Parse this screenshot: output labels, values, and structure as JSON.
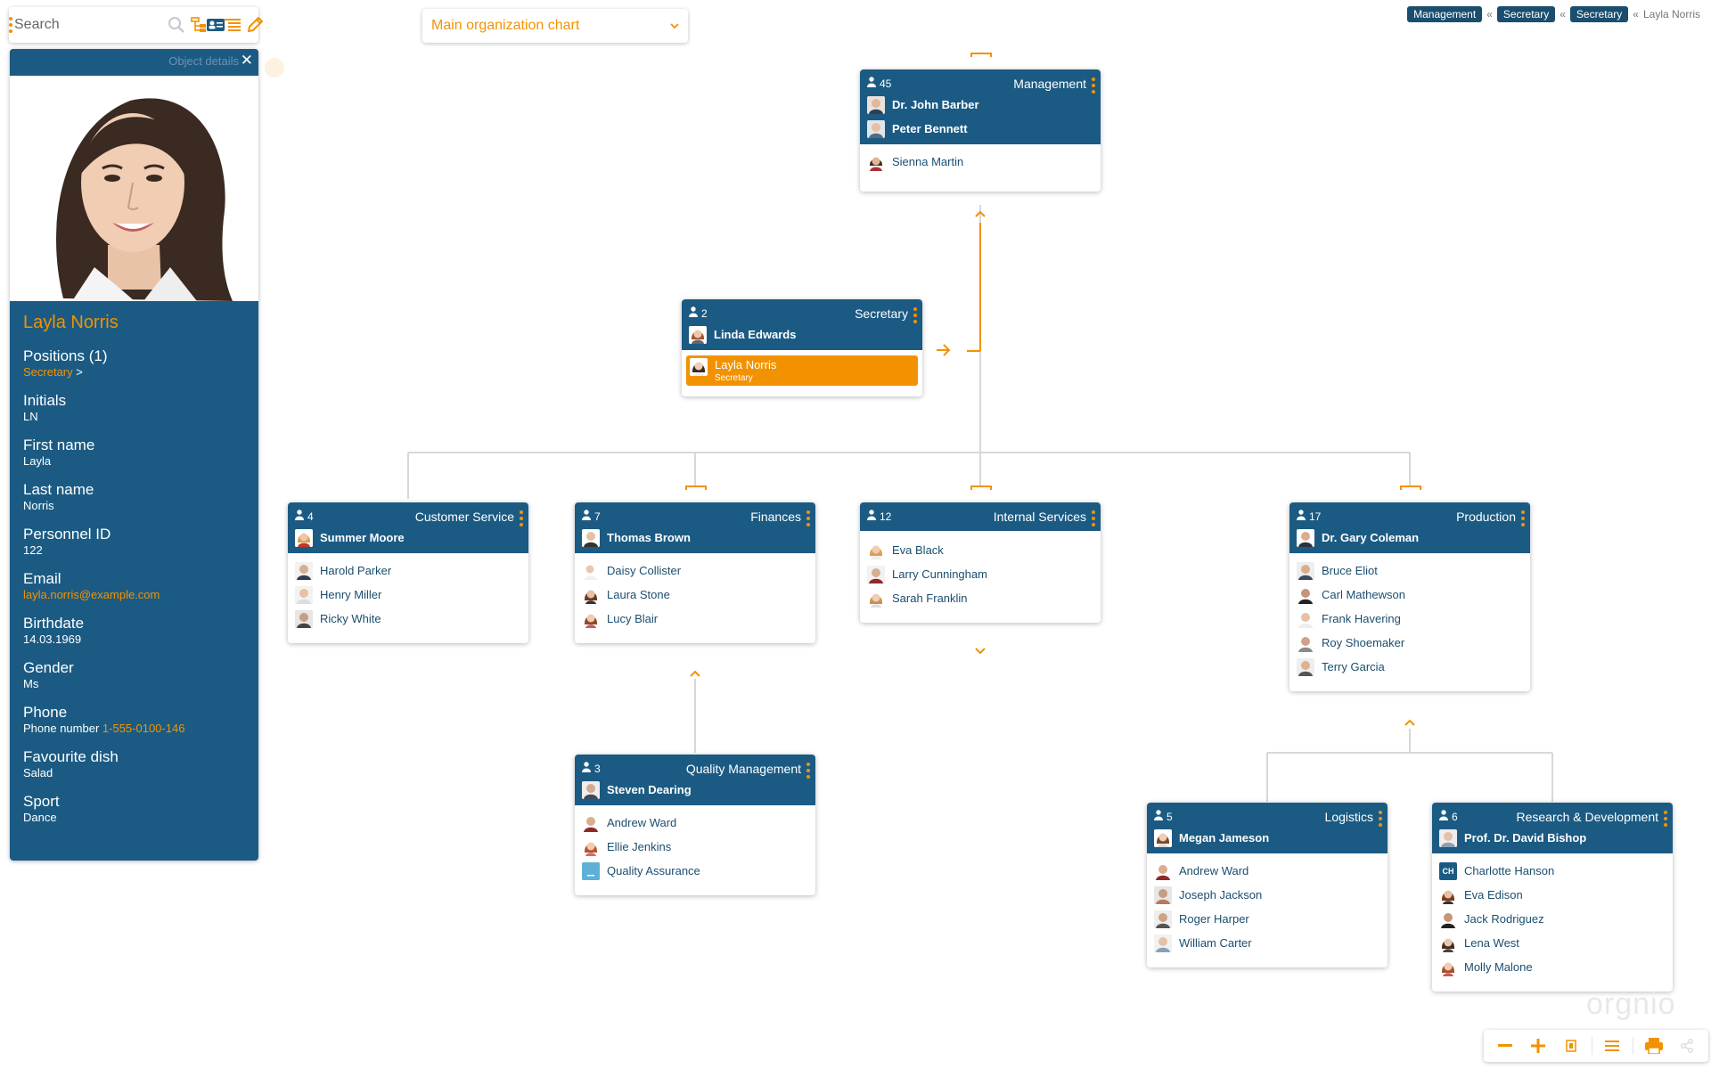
{
  "toolbar": {
    "search_placeholder": "Search"
  },
  "chart_selector": {
    "value": "Main organization chart"
  },
  "breadcrumb": {
    "items": [
      "Management",
      "Secretary",
      "Secretary"
    ],
    "separator": "«",
    "current": "Layla Norris"
  },
  "details": {
    "header_label": "Object details",
    "close": "✕",
    "name": "Layla Norris",
    "fields": [
      {
        "label": "Positions (1)",
        "value": "Secretary",
        "suffix": " >",
        "link": true
      },
      {
        "label": "Initials",
        "value": "LN"
      },
      {
        "label": "First name",
        "value": "Layla"
      },
      {
        "label": "Last name",
        "value": "Norris"
      },
      {
        "label": "Personnel ID",
        "value": "122"
      },
      {
        "label": "Email",
        "value": "layla.norris@example.com",
        "link": true
      },
      {
        "label": "Birthdate",
        "value": "14.03.1969"
      },
      {
        "label": "Gender",
        "value": "Ms"
      },
      {
        "label": "Phone",
        "value_prefix": "Phone number ",
        "value": "1-555-0100-146"
      },
      {
        "label": "Favourite dish",
        "value": "Salad"
      },
      {
        "label": "Sport",
        "value": "Dance"
      }
    ]
  },
  "nodes": {
    "management": {
      "count": "45",
      "title": "Management",
      "managers": [
        "Dr. John Barber",
        "Peter Bennett"
      ],
      "members": [
        "Sienna Martin"
      ]
    },
    "secretary": {
      "count": "2",
      "title": "Secretary",
      "managers": [
        "Linda Edwards"
      ],
      "highlight": {
        "name": "Layla Norris",
        "position": "Secretary"
      }
    },
    "customer_service": {
      "count": "4",
      "title": "Customer Service",
      "managers": [
        "Summer Moore"
      ],
      "members": [
        "Harold Parker",
        "Henry Miller",
        "Ricky White"
      ]
    },
    "finances": {
      "count": "7",
      "title": "Finances",
      "managers": [
        "Thomas Brown"
      ],
      "members": [
        "Daisy Collister",
        "Laura Stone",
        "Lucy Blair"
      ]
    },
    "internal_services": {
      "count": "12",
      "title": "Internal Services",
      "managers": [],
      "members": [
        "Eva Black",
        "Larry Cunningham",
        "Sarah Franklin"
      ]
    },
    "production": {
      "count": "17",
      "title": "Production",
      "managers": [
        "Dr. Gary Coleman"
      ],
      "members": [
        "Bruce Eliot",
        "Carl Mathewson",
        "Frank Havering",
        "Roy Shoemaker",
        "Terry Garcia"
      ]
    },
    "quality_management": {
      "count": "3",
      "title": "Quality Management",
      "managers": [
        "Steven Dearing"
      ],
      "members": [
        "Andrew Ward",
        "Ellie Jenkins",
        "Quality Assurance"
      ]
    },
    "logistics": {
      "count": "5",
      "title": "Logistics",
      "managers": [
        "Megan Jameson"
      ],
      "members": [
        "Andrew Ward",
        "Joseph Jackson",
        "Roger Harper",
        "William Carter"
      ]
    },
    "research": {
      "count": "6",
      "title": "Research & Development",
      "managers": [
        "Prof. Dr. David Bishop"
      ],
      "members": [
        "Charlotte Hanson",
        "Eva Edison",
        "Jack Rodriguez",
        "Lena West",
        "Molly Malone"
      ]
    }
  },
  "badges": {
    "charlotte_initials": "CH"
  },
  "watermark": "orgnio",
  "colors": {
    "primary": "#1b5b83",
    "accent": "#f39200",
    "line": "#d8d8d8"
  }
}
